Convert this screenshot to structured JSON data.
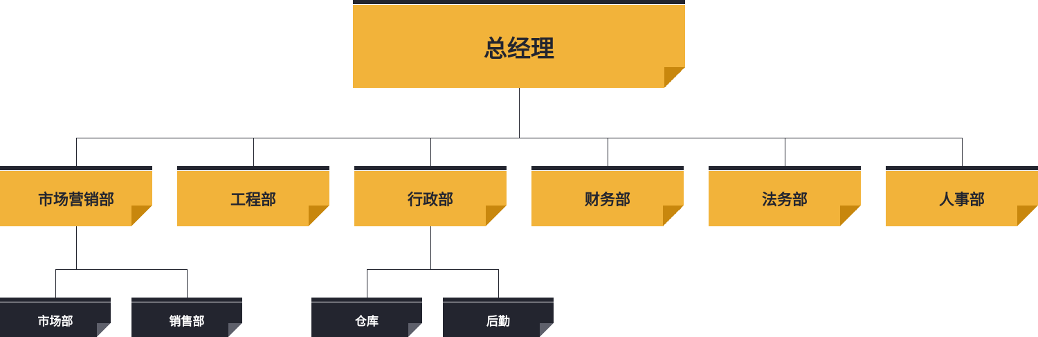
{
  "root": {
    "label": "总经理"
  },
  "departments": [
    {
      "label": "市场营销部"
    },
    {
      "label": "工程部"
    },
    {
      "label": "行政部"
    },
    {
      "label": "财务部"
    },
    {
      "label": "法务部"
    },
    {
      "label": "人事部"
    }
  ],
  "sub_units": {
    "marketing": [
      {
        "label": "市场部"
      },
      {
        "label": "销售部"
      }
    ],
    "admin": [
      {
        "label": "仓库"
      },
      {
        "label": "后勤"
      }
    ]
  },
  "colors": {
    "primary": "#f2b33a",
    "fold": "#c8870d",
    "dark": "#23252f",
    "dark_fold": "#5e606b"
  }
}
